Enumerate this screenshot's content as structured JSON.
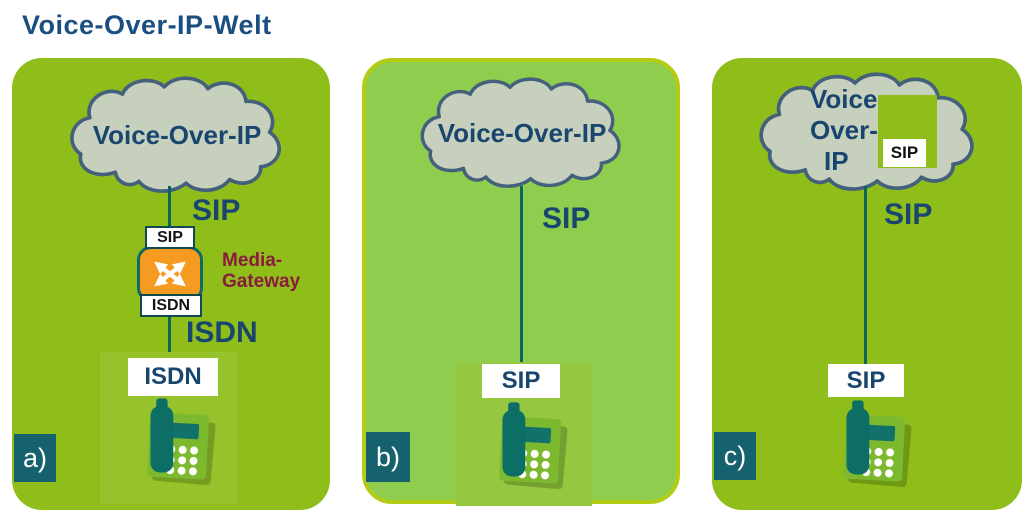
{
  "title": "Voice-Over-IP-Welt",
  "panels": {
    "a": {
      "label": "a)",
      "cloud_text": "Voice-Over-IP",
      "sip_link_label": "SIP",
      "gateway_top_port": "SIP",
      "gateway_name_line1": "Media-",
      "gateway_name_line2": "Gateway",
      "gateway_bottom_port": "ISDN",
      "isdn_link_label": "ISDN",
      "endpoint_label": "ISDN"
    },
    "b": {
      "label": "b)",
      "cloud_text": "Voice-Over-IP",
      "sip_link_label": "SIP",
      "endpoint_label": "SIP"
    },
    "c": {
      "label": "c)",
      "cloud_line1": "Voice-",
      "cloud_line2": "Over-",
      "cloud_line3": "IP",
      "cloud_sip_box_label": "SIP",
      "sip_link_label": "SIP",
      "endpoint_label": "SIP"
    }
  },
  "colors": {
    "panel_green": "#8FBE1B",
    "panel_b_green": "#8ECD4D",
    "panel_b_border": "#B5CC17",
    "cloud_fill": "#C6D0BD",
    "cloud_stroke": "#44607C",
    "navy": "#19466F",
    "title_navy": "#1B4F82",
    "line_teal": "#0B665C",
    "gateway_orange": "#F59B22",
    "gateway_border": "#0E6B66",
    "maroon": "#8A1C3B",
    "label_teal": "#15616D",
    "phone_body": "#7CB92F",
    "phone_teal": "#0D6E66"
  }
}
